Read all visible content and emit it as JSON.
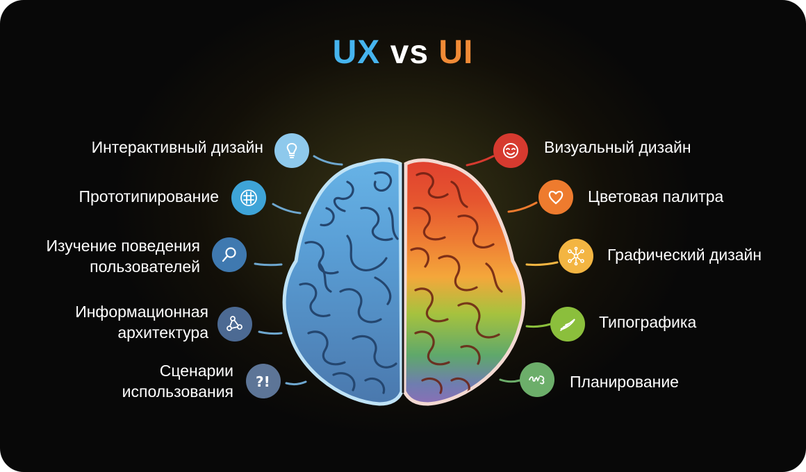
{
  "title": {
    "ux": "UX",
    "vs": "vs",
    "ui": "UI"
  },
  "ux_items": [
    {
      "label": "Интерактивный дизайн",
      "icon": "lightbulb-icon",
      "color": "#8ec9ec"
    },
    {
      "label": "Прототипирование",
      "icon": "wireframe-icon",
      "color": "#3ea4d8"
    },
    {
      "label": "Изучение поведения пользователей",
      "line1": "Изучение поведения",
      "line2": "пользователей",
      "icon": "magnifier-icon",
      "color": "#3f79b0"
    },
    {
      "label": "Информационная архитектура",
      "line1": "Информационная",
      "line2": "архитектура",
      "icon": "network-icon",
      "color": "#4c6a93"
    },
    {
      "label": "Сценарии использования",
      "line1": "Сценарии",
      "line2": "использования",
      "icon": "question-exclamation-icon",
      "color": "#5d7597"
    }
  ],
  "ui_items": [
    {
      "label": "Визуальный дизайн",
      "icon": "smiley-icon",
      "color": "#d63a2f"
    },
    {
      "label": "Цветовая палитра",
      "icon": "heart-icon",
      "color": "#ee7b2e"
    },
    {
      "label": "Графический дизайн",
      "icon": "nodes-icon",
      "color": "#f3b542"
    },
    {
      "label": "Типографика",
      "icon": "feather-pen-icon",
      "color": "#8bbf3c"
    },
    {
      "label": "Планирование",
      "icon": "squiggle-icon",
      "color": "#6cae6a"
    }
  ],
  "colors": {
    "ux_title": "#46b4ee",
    "ui_title": "#f08a36",
    "brain_left": "#5b93c7",
    "brain_right_bands": [
      "#e0402f",
      "#ee7a33",
      "#f4a73b",
      "#a6c23e",
      "#5fa86b",
      "#7e73b8"
    ]
  }
}
